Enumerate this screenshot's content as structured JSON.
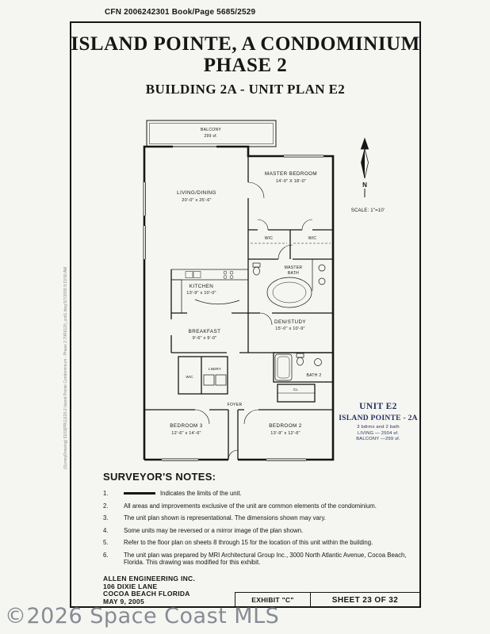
{
  "header": {
    "cfn": "CFN 2006242301   Book/Page 5685/2529"
  },
  "title": {
    "line1": "ISLAND POINTE, A CONDOMINIUM",
    "line2": "PHASE 2",
    "line3": "BUILDING 2A - UNIT PLAN E2"
  },
  "plan": {
    "balcony": {
      "name": "BALCONY",
      "area": "299 sf."
    },
    "living_dining": {
      "name": "LIVING/DINING",
      "dims": "20'-0\" x 25'-6\""
    },
    "master_bedroom": {
      "name": "MASTER BEDROOM",
      "dims": "14'-0\" X 18'-0\""
    },
    "wic_left": "WIC",
    "wic_right": "WIC",
    "master_bath_l1": "MASTER",
    "master_bath_l2": "BATH",
    "kitchen": {
      "name": "KITCHEN",
      "dims": "13'-9\" x 10'-0\""
    },
    "breakfast": {
      "name": "BREAKFAST",
      "dims": "9'-6\" x 9'-0\""
    },
    "den_study": {
      "name": "DEN/STUDY",
      "dims": "15'-0\" x 10'-9\""
    },
    "wic_hall": "WIC",
    "laundry": "LNDRY",
    "bath2": "BATH 2",
    "closet": "CL",
    "foyer": "FOYER",
    "bedroom3": {
      "name": "BEDROOM 3",
      "dims": "12'-6\" x 14'-6\""
    },
    "bedroom2": {
      "name": "BEDROOM 2",
      "dims": "13'-9\" x 12'-6\""
    }
  },
  "compass": {
    "north": "N",
    "scale": "SCALE:  1\"=10'"
  },
  "unit_info": {
    "line1": "UNIT E2",
    "line2": "ISLAND POINTE - 2A",
    "line3": "3 bdrms and 2 bath",
    "line4": "LIVING —  2504 sf.",
    "line5": "BALCONY —299 sf."
  },
  "notes": {
    "heading": "SURVEYOR'S NOTES:",
    "items": [
      {
        "num": "1.",
        "text": "Indicates the limits of the unit."
      },
      {
        "num": "2.",
        "text": "All areas and improvements exclusive of the unit are common elements of the condominium."
      },
      {
        "num": "3.",
        "text": "The unit plan shown is representational. The dimensions shown may vary."
      },
      {
        "num": "4.",
        "text": "Some units may be reversed or a mirror image of the plan shown."
      },
      {
        "num": "5.",
        "text": "Refer to the floor plan on sheets 8 through 15 for the location of this unit within the building."
      },
      {
        "num": "6.",
        "text": "The unit plan was prepared by MRI Architectural Group Inc., 3000 North Atlantic Avenue, Cocoa Beach, Florida.  This drawing was modified for this exhibit."
      }
    ]
  },
  "footer": {
    "company": "ALLEN ENGINEERING INC.",
    "address1": "106 DIXIE LANE",
    "address2": "COCOA BEACH FLORIDA",
    "date": "MAY 9, 2005",
    "exhibit_label": "EXHIBIT \"C\"",
    "sheet": "SHEET 23 OF 32"
  },
  "watermark": "©2026 Space Coast MLS",
  "side_text": "(SurveyDrawing) 5103(PRG)120-2 Island Pointe Condominium - Phase 2  70R6120_unit1.dwg  5/7/2005 9:19:50 AM"
}
